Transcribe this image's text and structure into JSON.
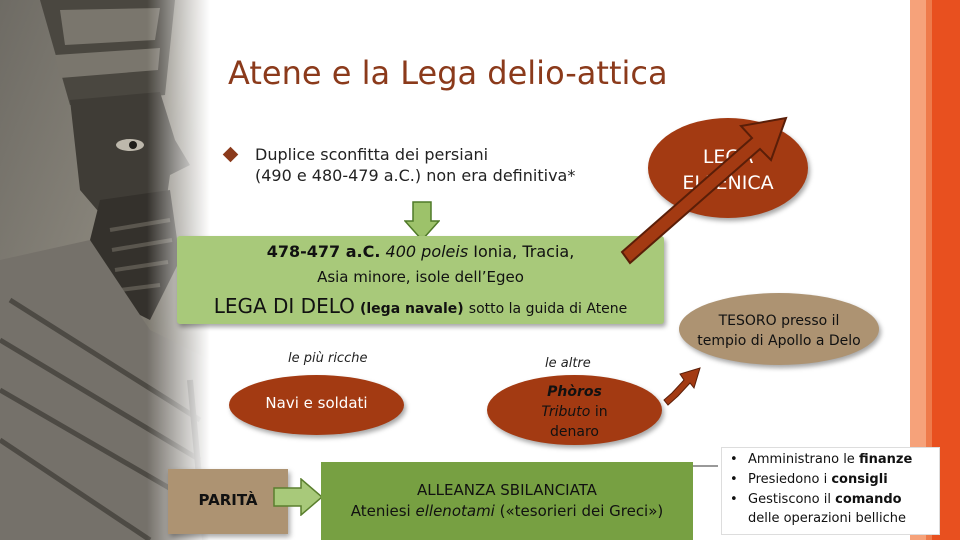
{
  "title": "Atene e la Lega delio-attica",
  "bullet": {
    "line1": "Duplice sconfitta dei persiani",
    "line2": "(490 e 480-479 a.C.) non era definitiva*"
  },
  "lega_oval": {
    "line1": "LEGA",
    "line2": "ELLENICA"
  },
  "green_box": {
    "date": "478-477 a.C.",
    "poleis_num": "400",
    "poleis_word": "poleis",
    "places1": "Ionia, Tracia,",
    "places2": "Asia minore, isole dell’Egeo",
    "lega_name": "LEGA DI DELO",
    "navale": "(lega navale)",
    "guida": "sotto la guida di Atene"
  },
  "tesoro": {
    "line1": "TESORO presso il",
    "line2": "tempio di Apollo a Delo"
  },
  "labels": {
    "ricche": "le più ricche",
    "altre": "le altre"
  },
  "navi": "Navi e soldati",
  "phoros": {
    "word": "Phòros",
    "tributo": "Tributo",
    "in": "in",
    "denaro": "denaro"
  },
  "parita": "PARITÀ",
  "alleanza": {
    "line1": "ALLEANZA SBILANCIATA",
    "pre": "Ateniesi",
    "ellenotami": "ellenotami",
    "post": "(«tesorieri dei Greci»)"
  },
  "info": {
    "i1_pre": "Amministrano le",
    "i1_b": "finanze",
    "i2_pre": "Presiedono i",
    "i2_b": "consigli",
    "i3_pre": "Gestiscono il",
    "i3_b": "comando",
    "i3_cont": "delle operazioni belliche"
  },
  "colors": {
    "title": "#8b3a1b",
    "rust": "#a33a12",
    "tan": "#ad9372",
    "light_green": "#a8c97a",
    "green": "#77a042",
    "bar_orange": "#e8501f"
  }
}
